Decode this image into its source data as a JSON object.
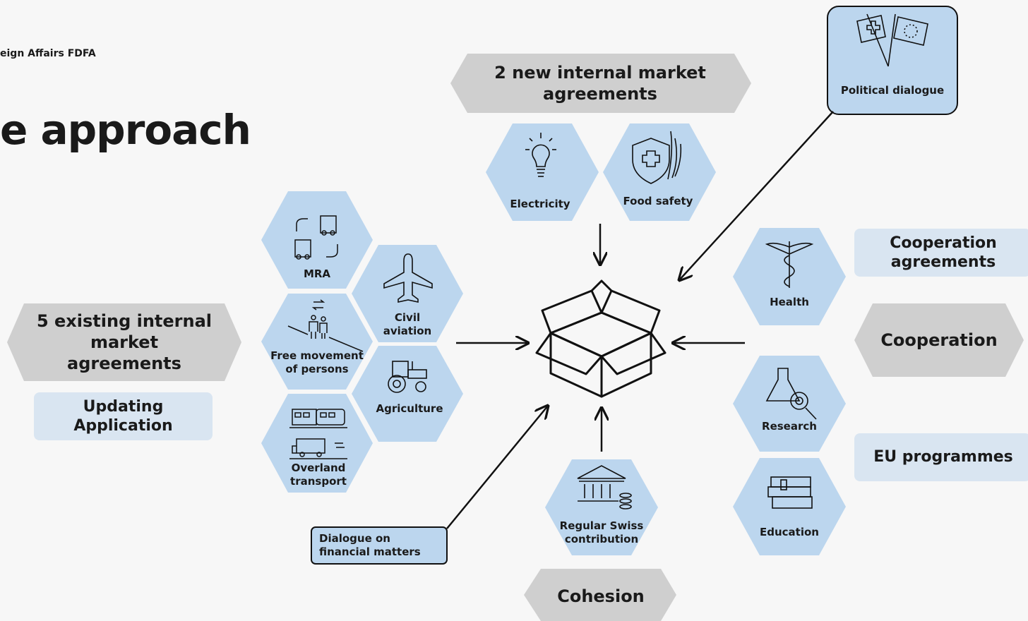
{
  "header": {
    "dept": "eign Affairs FDFA",
    "title": "e approach"
  },
  "banners": {
    "new_agreements": "2 new internal market agreements",
    "existing_agreements": "5 existing internal market agreements",
    "updating": "Updating Application",
    "cooperation_agreements": "Cooperation agreements",
    "cooperation": "Cooperation",
    "eu_programmes": "EU programmes",
    "cohesion": "Cohesion",
    "political_dialogue": "Political dialogue",
    "financial_dialogue": "Dialogue on financial matters"
  },
  "hexes": {
    "electricity": "Electricity",
    "food_safety": "Food safety",
    "mra": "MRA",
    "civil_aviation": "Civil aviation",
    "free_movement": "Free movement of persons",
    "agriculture": "Agriculture",
    "overland_transport": "Overland transport",
    "health": "Health",
    "research": "Research",
    "education": "Education",
    "swiss_contribution": "Regular Swiss contribution"
  },
  "colors": {
    "hex_fill": "#bcd6ee",
    "banner_grey": "#cfcfcf",
    "light_box": "#d9e5f1"
  }
}
